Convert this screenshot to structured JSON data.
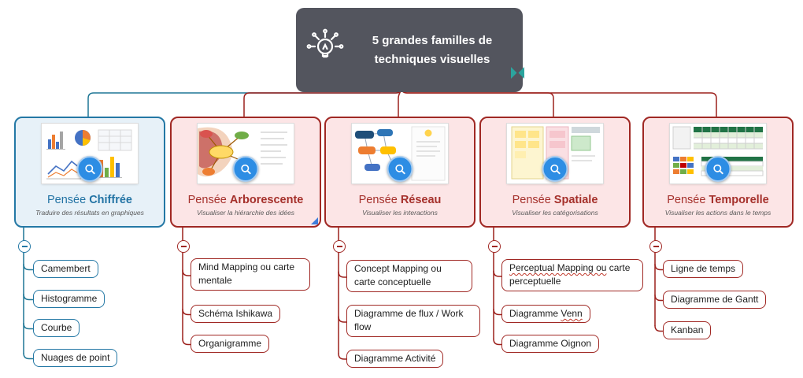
{
  "root": {
    "title": "5 grandes familles de techniques visuelles",
    "icon": "lightbulb-network-icon",
    "bg_color": "#53555e",
    "text_color": "#ffffff"
  },
  "brand": {
    "logo": "teal-bowtie-logo",
    "color": "#2ba49e"
  },
  "colors": {
    "numeric_family_accent": "#2478a5",
    "other_family_accent": "#a02824",
    "zoom_button_blue": "#2d8de4"
  },
  "families": [
    {
      "prefix": "Pensée",
      "name": "Chiffrée",
      "subtitle": "Traduire des résultats en graphiques",
      "theme": "teal",
      "thumbnail": "charts-collage-picture",
      "children": [
        "Camembert",
        "Histogramme",
        "Courbe",
        "Nuages de point"
      ]
    },
    {
      "prefix": "Pensée",
      "name": "Arborescente",
      "subtitle": "Visualiser la hiérarchie des idées",
      "theme": "red",
      "thumbnail": "mindmap-picture",
      "children": [
        "Mind Mapping ou carte mentale",
        "Schéma Ishikawa",
        "Organigramme"
      ]
    },
    {
      "prefix": "Pensée",
      "name": "Réseau",
      "subtitle": "Visualiser les interactions",
      "theme": "red",
      "thumbnail": "concept-map-picture",
      "children": [
        "Concept Mapping ou carte conceptuelle",
        "Diagramme de flux / Work flow",
        "Diagramme Activité"
      ]
    },
    {
      "prefix": "Pensée",
      "name": "Spatiale",
      "subtitle": "Visualiser les catégorisations",
      "theme": "red",
      "thumbnail": "sticky-boards-picture",
      "children": [
        "Perceptual Mapping ou carte perceptuelle",
        "Diagramme Venn",
        "Diagramme Oignon"
      ]
    },
    {
      "prefix": "Pensée",
      "name": "Temporelle",
      "subtitle": "Visualiser les actions dans le temps",
      "theme": "red",
      "thumbnail": "gantt-table-picture",
      "children": [
        "Ligne de temps",
        "Diagramme de Gantt",
        "Kanban"
      ]
    }
  ],
  "segments": {
    "perceptual_underlined": "Perceptual Mapping ou",
    "perceptual_rest": "carte perceptuelle",
    "venn_prefix": "Diagramme",
    "venn_underlined": "Venn"
  }
}
